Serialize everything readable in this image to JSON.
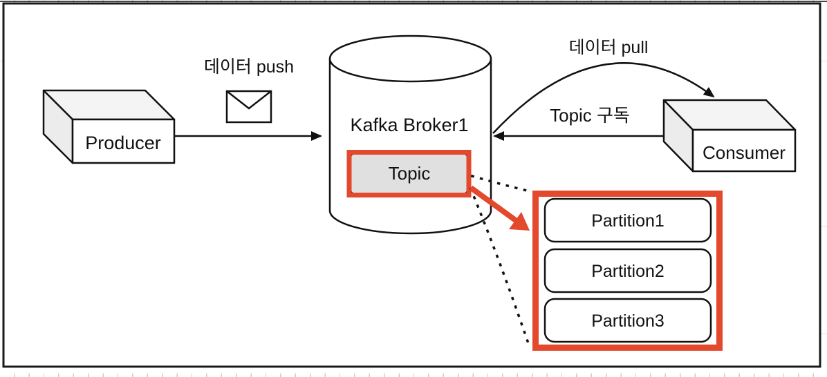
{
  "diagram": {
    "producer": {
      "label": "Producer"
    },
    "broker": {
      "label": "Kafka Broker1"
    },
    "topic": {
      "label": "Topic"
    },
    "consumer": {
      "label": "Consumer"
    },
    "flows": {
      "push_label": "데이터 push",
      "pull_label": "데이터 pull",
      "subscribe_label": "Topic 구독"
    },
    "partitions": [
      "Partition1",
      "Partition2",
      "Partition3"
    ],
    "colors": {
      "accent_red": "#E2492D",
      "line_black": "#111111",
      "cube_top_fill": "#f4f4f4",
      "cube_side_fill": "#ececec",
      "topic_fill": "#e0e0e0",
      "canvas_border": "#1a1a1a"
    }
  }
}
